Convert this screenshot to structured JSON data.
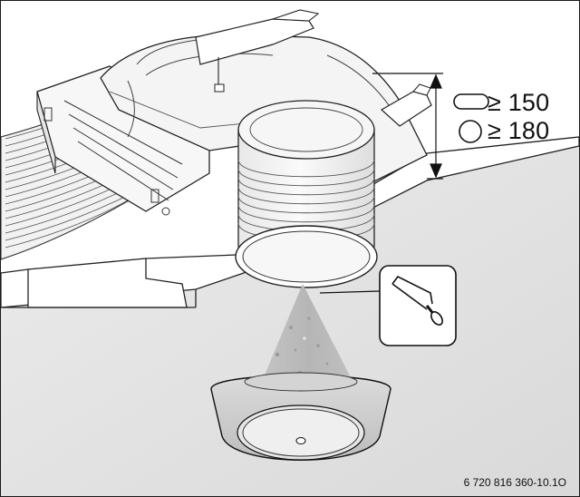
{
  "diagram": {
    "dimensions": [
      {
        "shape_icon": "oval-duct-icon",
        "label": "≥ 150"
      },
      {
        "shape_icon": "round-duct-icon",
        "label": "≥ 180"
      }
    ],
    "figure_code": "6 720 816 360-10.1O",
    "icons": {
      "saw": "hacksaw-icon",
      "cone": "ceiling-hole-cone",
      "vent": "ceiling-vent-valve-icon"
    }
  }
}
